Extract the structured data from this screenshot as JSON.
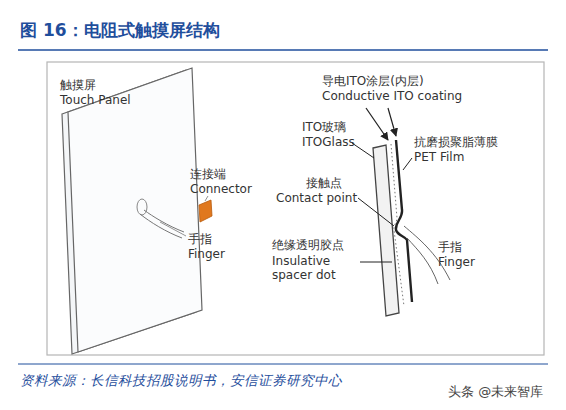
{
  "diagram": {
    "title": "图 16：电阻式触摸屏结构",
    "caption": "资料来源：长信科技招股说明书，安信证券研究中心",
    "labels": [
      "触摸屏",
      "Touch Panel",
      "连接端",
      "Connector",
      "手指",
      "Finger",
      "导电ITO涂层(内层)",
      "Conductive ITO coating",
      "ITO玻璃",
      "ITOGlass",
      "抗磨损聚脂薄膜",
      "PET Film",
      "接触点",
      "Contact point",
      "手指",
      "Finger",
      "绝缘透明胶点",
      "Insulative spacer dot",
      "头条 @未来智库"
    ]
  }
}
